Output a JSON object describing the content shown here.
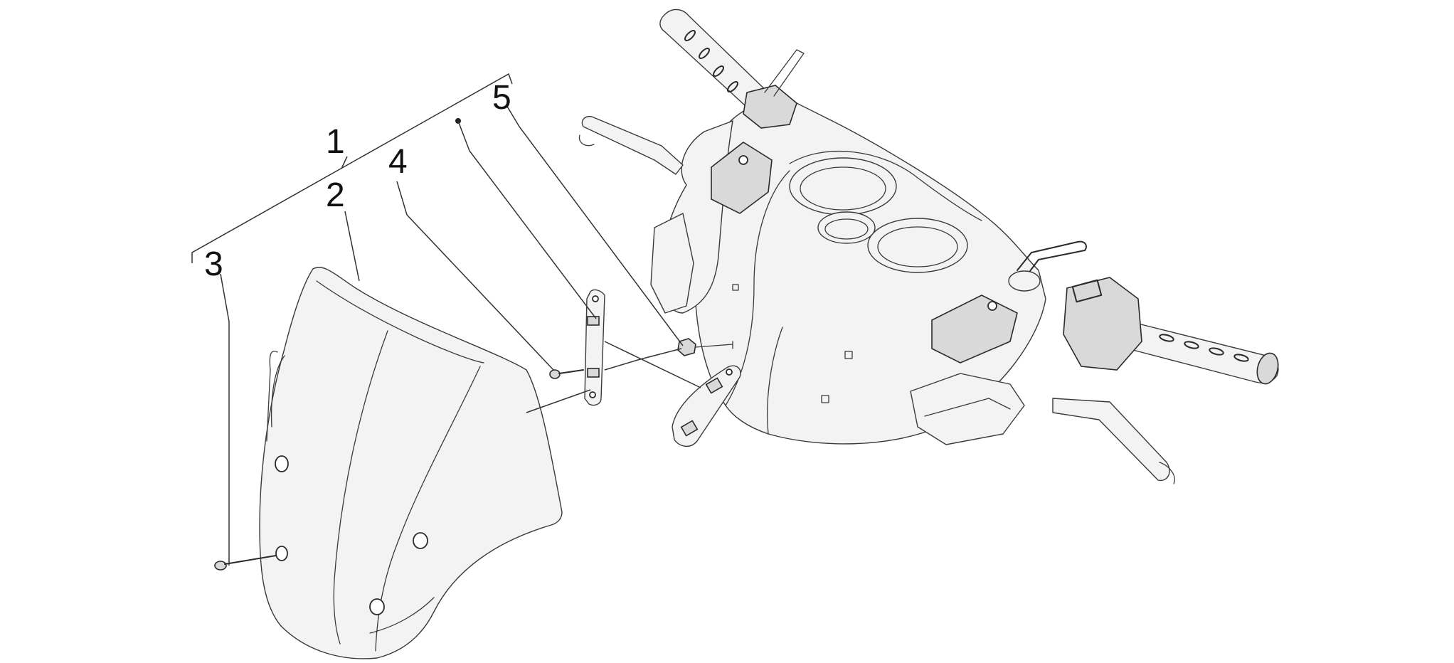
{
  "diagram": {
    "callouts": [
      {
        "id": "1",
        "label": "1"
      },
      {
        "id": "2",
        "label": "2"
      },
      {
        "id": "3",
        "label": "3"
      },
      {
        "id": "4",
        "label": "4"
      },
      {
        "id": "5",
        "label": "5"
      }
    ]
  },
  "colors": {
    "line": "#3a3a3a",
    "background": "#ffffff",
    "text": "#111111"
  }
}
